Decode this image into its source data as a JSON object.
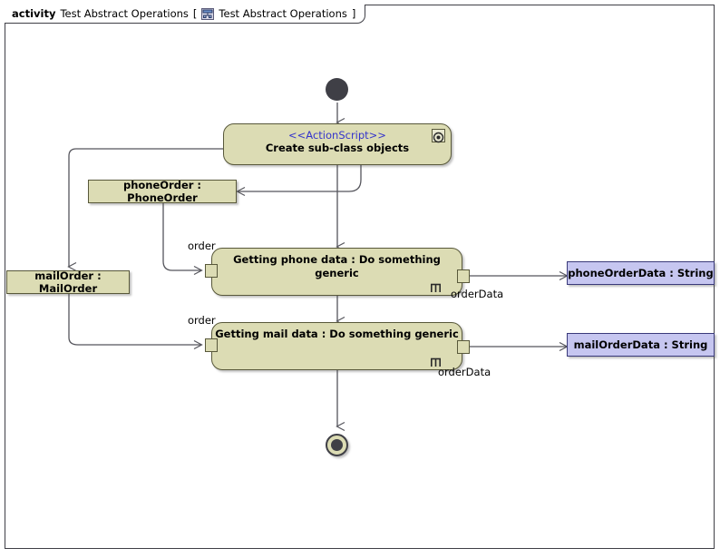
{
  "frame": {
    "keyword": "activity",
    "name": "Test Abstract Operations",
    "bracket_open": "[",
    "bracket_close": "]",
    "diagram_name": "Test Abstract Operations",
    "icon": "activity-diagram-icon"
  },
  "colors": {
    "action_fill": "#dcdcb4",
    "action_border": "#58583a",
    "data_fill": "#c6c6f0",
    "data_border": "#3a3a7a",
    "stereotype_text": "#3333cc",
    "line": "#55555c",
    "frame_border": "#3f3f46"
  },
  "nodes": {
    "initial": {
      "name": "initial-node"
    },
    "final": {
      "name": "activity-final-node"
    },
    "create_action": {
      "stereotype": "<<ActionScript>>",
      "label": "Create sub-class objects",
      "icon": "script-gear-icon"
    },
    "phone_order_object": {
      "label": "phoneOrder : PhoneOrder"
    },
    "mail_order_object": {
      "label": "mailOrder : MailOrder"
    },
    "getting_phone_data": {
      "label": "Getting phone data : Do something generic",
      "icon": "rake-icon"
    },
    "getting_mail_data": {
      "label": "Getting mail data : Do something generic",
      "icon": "rake-icon"
    },
    "phone_order_data": {
      "label": "phoneOrderData : String"
    },
    "mail_order_data": {
      "label": "mailOrderData : String"
    }
  },
  "pin_labels": {
    "phone_order_in": "order",
    "phone_order_data_out": "orderData",
    "mail_order_in": "order",
    "mail_order_data_out": "orderData"
  }
}
